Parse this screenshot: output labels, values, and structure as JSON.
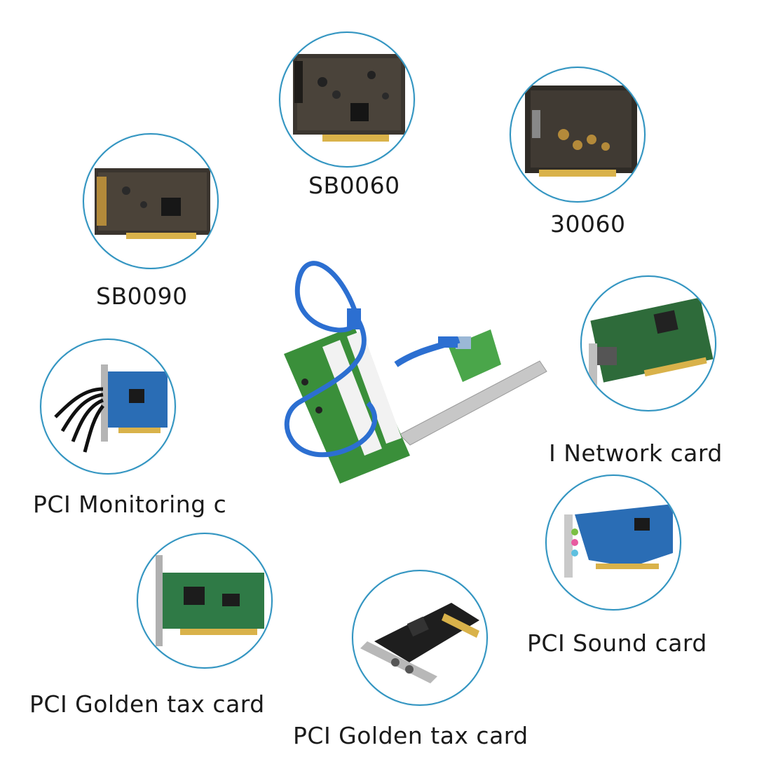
{
  "colors": {
    "ring": "#2f93c0",
    "cable": "#2c6fd1",
    "board_green": "#3a8f3a",
    "card_blue": "#2a6db5",
    "label_text": "#1a1a1a"
  },
  "items": [
    {
      "label": "SB0060",
      "icon": "sound-card-photo"
    },
    {
      "label": "30060",
      "icon": "sound-card-photo"
    },
    {
      "label": "SB0090",
      "icon": "sound-card-photo"
    },
    {
      "label": "I Network card",
      "icon": "network-card-photo"
    },
    {
      "label": "PCI Monitoring c",
      "icon": "monitoring-card-photo"
    },
    {
      "label": "PCI Sound card",
      "icon": "sound-card-photo"
    },
    {
      "label": "PCI Golden tax card",
      "icon": "tax-card-photo"
    },
    {
      "label": "PCI Golden tax card",
      "icon": "firewire-card-photo"
    }
  ],
  "center": {
    "icon": "pcie-to-pci-riser-photo"
  }
}
